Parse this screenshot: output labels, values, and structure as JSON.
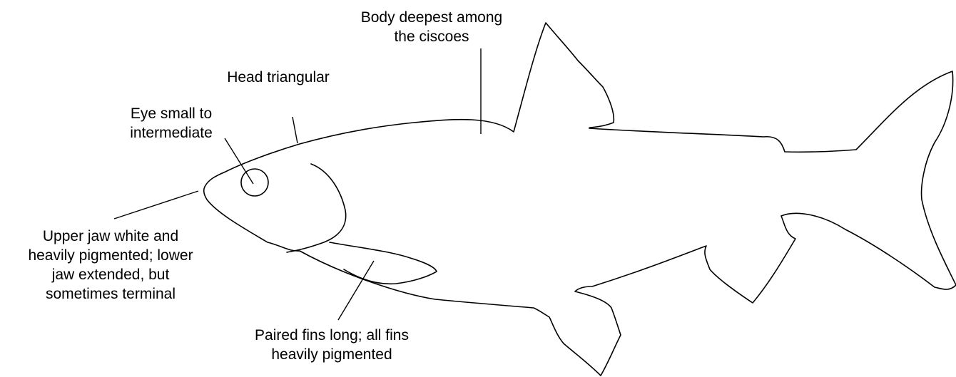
{
  "diagram": {
    "labels": {
      "body": [
        "Body deepest among",
        "the ciscoes"
      ],
      "head": [
        "Head triangular"
      ],
      "eye": [
        "Eye small to",
        "intermediate"
      ],
      "jaw": [
        "Upper jaw white and",
        "heavily pigmented; lower",
        "jaw extended, but",
        "sometimes terminal"
      ],
      "fins": [
        "Paired fins long; all fins",
        "heavily pigmented"
      ]
    },
    "colors": {
      "line": "#000000",
      "background": "#ffffff"
    }
  }
}
